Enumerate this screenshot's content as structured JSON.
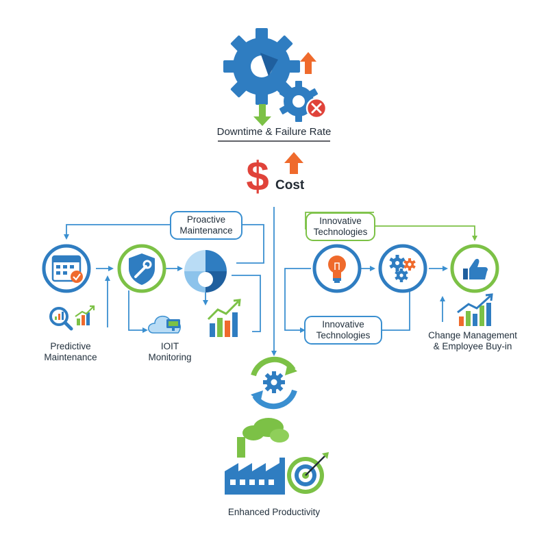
{
  "header": {
    "downtime_label": "Downtime & Failure Rate",
    "cost_label": "Cost"
  },
  "proactive": {
    "title": "Proactive\nMaintenance",
    "predictive_label": "Predictive\nMaintenance",
    "iot_label": "IOIT\nMonitoring"
  },
  "innovation": {
    "title_top": "Innovative\nTechnologies",
    "title_bottom": "Innovative\nTechnologies",
    "change_label": "Change Management\n& Employee Buy-in"
  },
  "footer": {
    "productivity_label": "Enhanced Productivity"
  },
  "colors": {
    "blue": "#2f7dc1",
    "light_blue": "#3a8fd0",
    "green": "#7cc146",
    "orange": "#ef6a2c",
    "red": "#e0433a"
  },
  "icons": [
    "gears-icon",
    "up-arrow-icon",
    "down-arrow-icon",
    "error-x-icon",
    "dollar-icon",
    "calendar-check-icon",
    "shield-wrench-icon",
    "pie-chart-icon",
    "magnifier-chart-icon",
    "growth-chart-icon",
    "cloud-monitor-icon",
    "lightbulb-icon",
    "cogs-icon",
    "thumbs-up-icon",
    "cycle-gear-icon",
    "factory-icon",
    "target-icon"
  ]
}
